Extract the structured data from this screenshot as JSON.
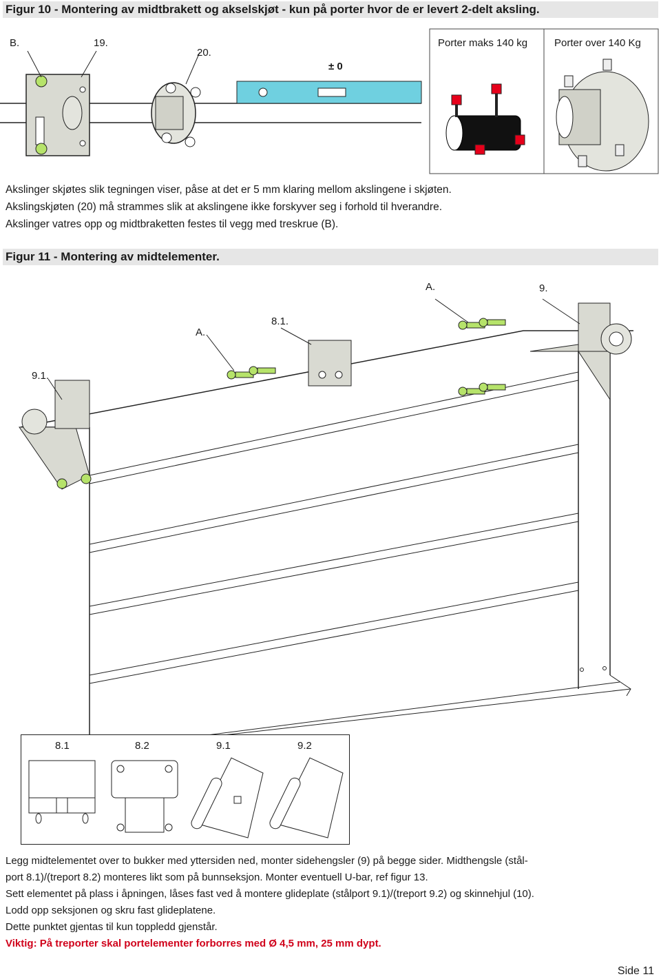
{
  "fig10": {
    "title": "Figur 10 - Montering av midtbrakett og akselskjøt - kun på porter hvor de er levert 2-delt aksling.",
    "label_b": "B.",
    "label_19": "19.",
    "label_20": "20.",
    "level_mark": "± 0",
    "box_left": "Porter maks  140 kg",
    "box_right": "Porter over 140 Kg"
  },
  "para1": {
    "line1": "Akslinger skjøtes slik tegningen viser, påse at det er 5 mm klaring mellom akslingene i skjøten.",
    "line2": "Akslingskjøten (20) må strammes slik at akslingene ikke forskyver seg i forhold til hverandre.",
    "line3": "Akslinger vatres opp og midtbraketten festes til vegg med treskrue (B)."
  },
  "fig11": {
    "title": "Figur 11 - Montering av midtelementer.",
    "label_a1": "A.",
    "label_a2": "A.",
    "label_9": "9.",
    "label_81": "8.1.",
    "label_91": "9.1.",
    "detail": [
      "8.1",
      "8.2",
      "9.1",
      "9.2"
    ]
  },
  "para2": {
    "line1": "Legg midtelementet over to bukker med yttersiden ned, monter sidehengsler (9) på begge sider. Midthengsle (stål-",
    "line2": "port 8.1)/(treport 8.2) monteres likt som på bunnseksjon. Monter eventuell U-bar, ref figur 13.",
    "line3": "Sett elementet på plass i åpningen, låses fast ved å montere glideplate (stålport 9.1)/(treport 9.2) og skinnehjul (10).",
    "line4": "Lodd opp seksjonen og skru fast glideplatene.",
    "line5": "Dette punktet gjentas til kun toppledd gjenstår.",
    "warning": "Viktig: På treporter skal portelementer forborres med Ø 4,5 mm, 25 mm dypt."
  },
  "footer": {
    "page": "Side 11"
  },
  "colors": {
    "accent_red": "#d0021b",
    "header_bg": "#e6e6e6",
    "level_blue": "#6fd0e0",
    "bolt_green": "#b6e36a"
  }
}
